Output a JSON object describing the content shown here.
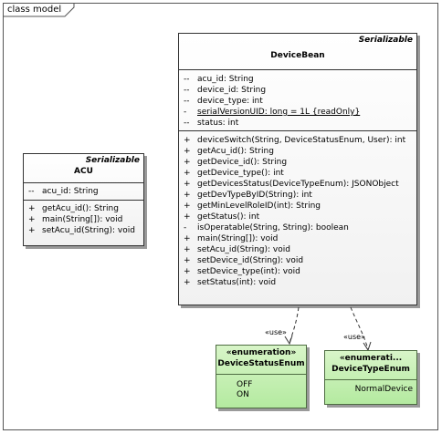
{
  "frame": {
    "title": "class model"
  },
  "acu": {
    "stereotype": "Serializable",
    "name": "ACU",
    "attributes": [
      {
        "vis": "--",
        "text": "acu_id: String"
      }
    ],
    "operations": [
      {
        "vis": "+",
        "text": "getAcu_id(): String"
      },
      {
        "vis": "+",
        "text": "main(String[]): void"
      },
      {
        "vis": "+",
        "text": "setAcu_id(String): void"
      }
    ]
  },
  "devicebean": {
    "stereotype": "Serializable",
    "name": "DeviceBean",
    "attributes": [
      {
        "vis": "--",
        "text": "acu_id: String"
      },
      {
        "vis": "--",
        "text": "device_id: String"
      },
      {
        "vis": "--",
        "text": "device_type: int"
      },
      {
        "vis": "-",
        "text": "serialVersionUID: long = 1L {readOnly}"
      },
      {
        "vis": "--",
        "text": "status: int"
      }
    ],
    "operations": [
      {
        "vis": "+",
        "text": "deviceSwitch(String, DeviceStatusEnum, User): int"
      },
      {
        "vis": "+",
        "text": "getAcu_id(): String"
      },
      {
        "vis": "+",
        "text": "getDevice_id(): String"
      },
      {
        "vis": "+",
        "text": "getDevice_type(): int"
      },
      {
        "vis": "+",
        "text": "getDevicesStatus(DeviceTypeEnum): JSONObject"
      },
      {
        "vis": "+",
        "text": "getDevTypeByID(String): int"
      },
      {
        "vis": "+",
        "text": "getMinLevelRoleID(int): String"
      },
      {
        "vis": "+",
        "text": "getStatus(): int"
      },
      {
        "vis": "-",
        "text": "isOperatable(String, String): boolean"
      },
      {
        "vis": "+",
        "text": "main(String[]): void"
      },
      {
        "vis": "+",
        "text": "setAcu_id(String): void"
      },
      {
        "vis": "+",
        "text": "setDevice_id(String): void"
      },
      {
        "vis": "+",
        "text": "setDevice_type(int): void"
      },
      {
        "vis": "+",
        "text": "setStatus(int): void"
      }
    ]
  },
  "status_enum": {
    "stereotype": "«enumeration»",
    "name": "DeviceStatusEnum",
    "literals": [
      "OFF",
      "ON"
    ]
  },
  "type_enum": {
    "stereotype": "«enumerati...",
    "name": "DeviceTypeEnum",
    "literals": [
      "NormalDevice"
    ]
  },
  "links": {
    "use_label": "«use»"
  }
}
